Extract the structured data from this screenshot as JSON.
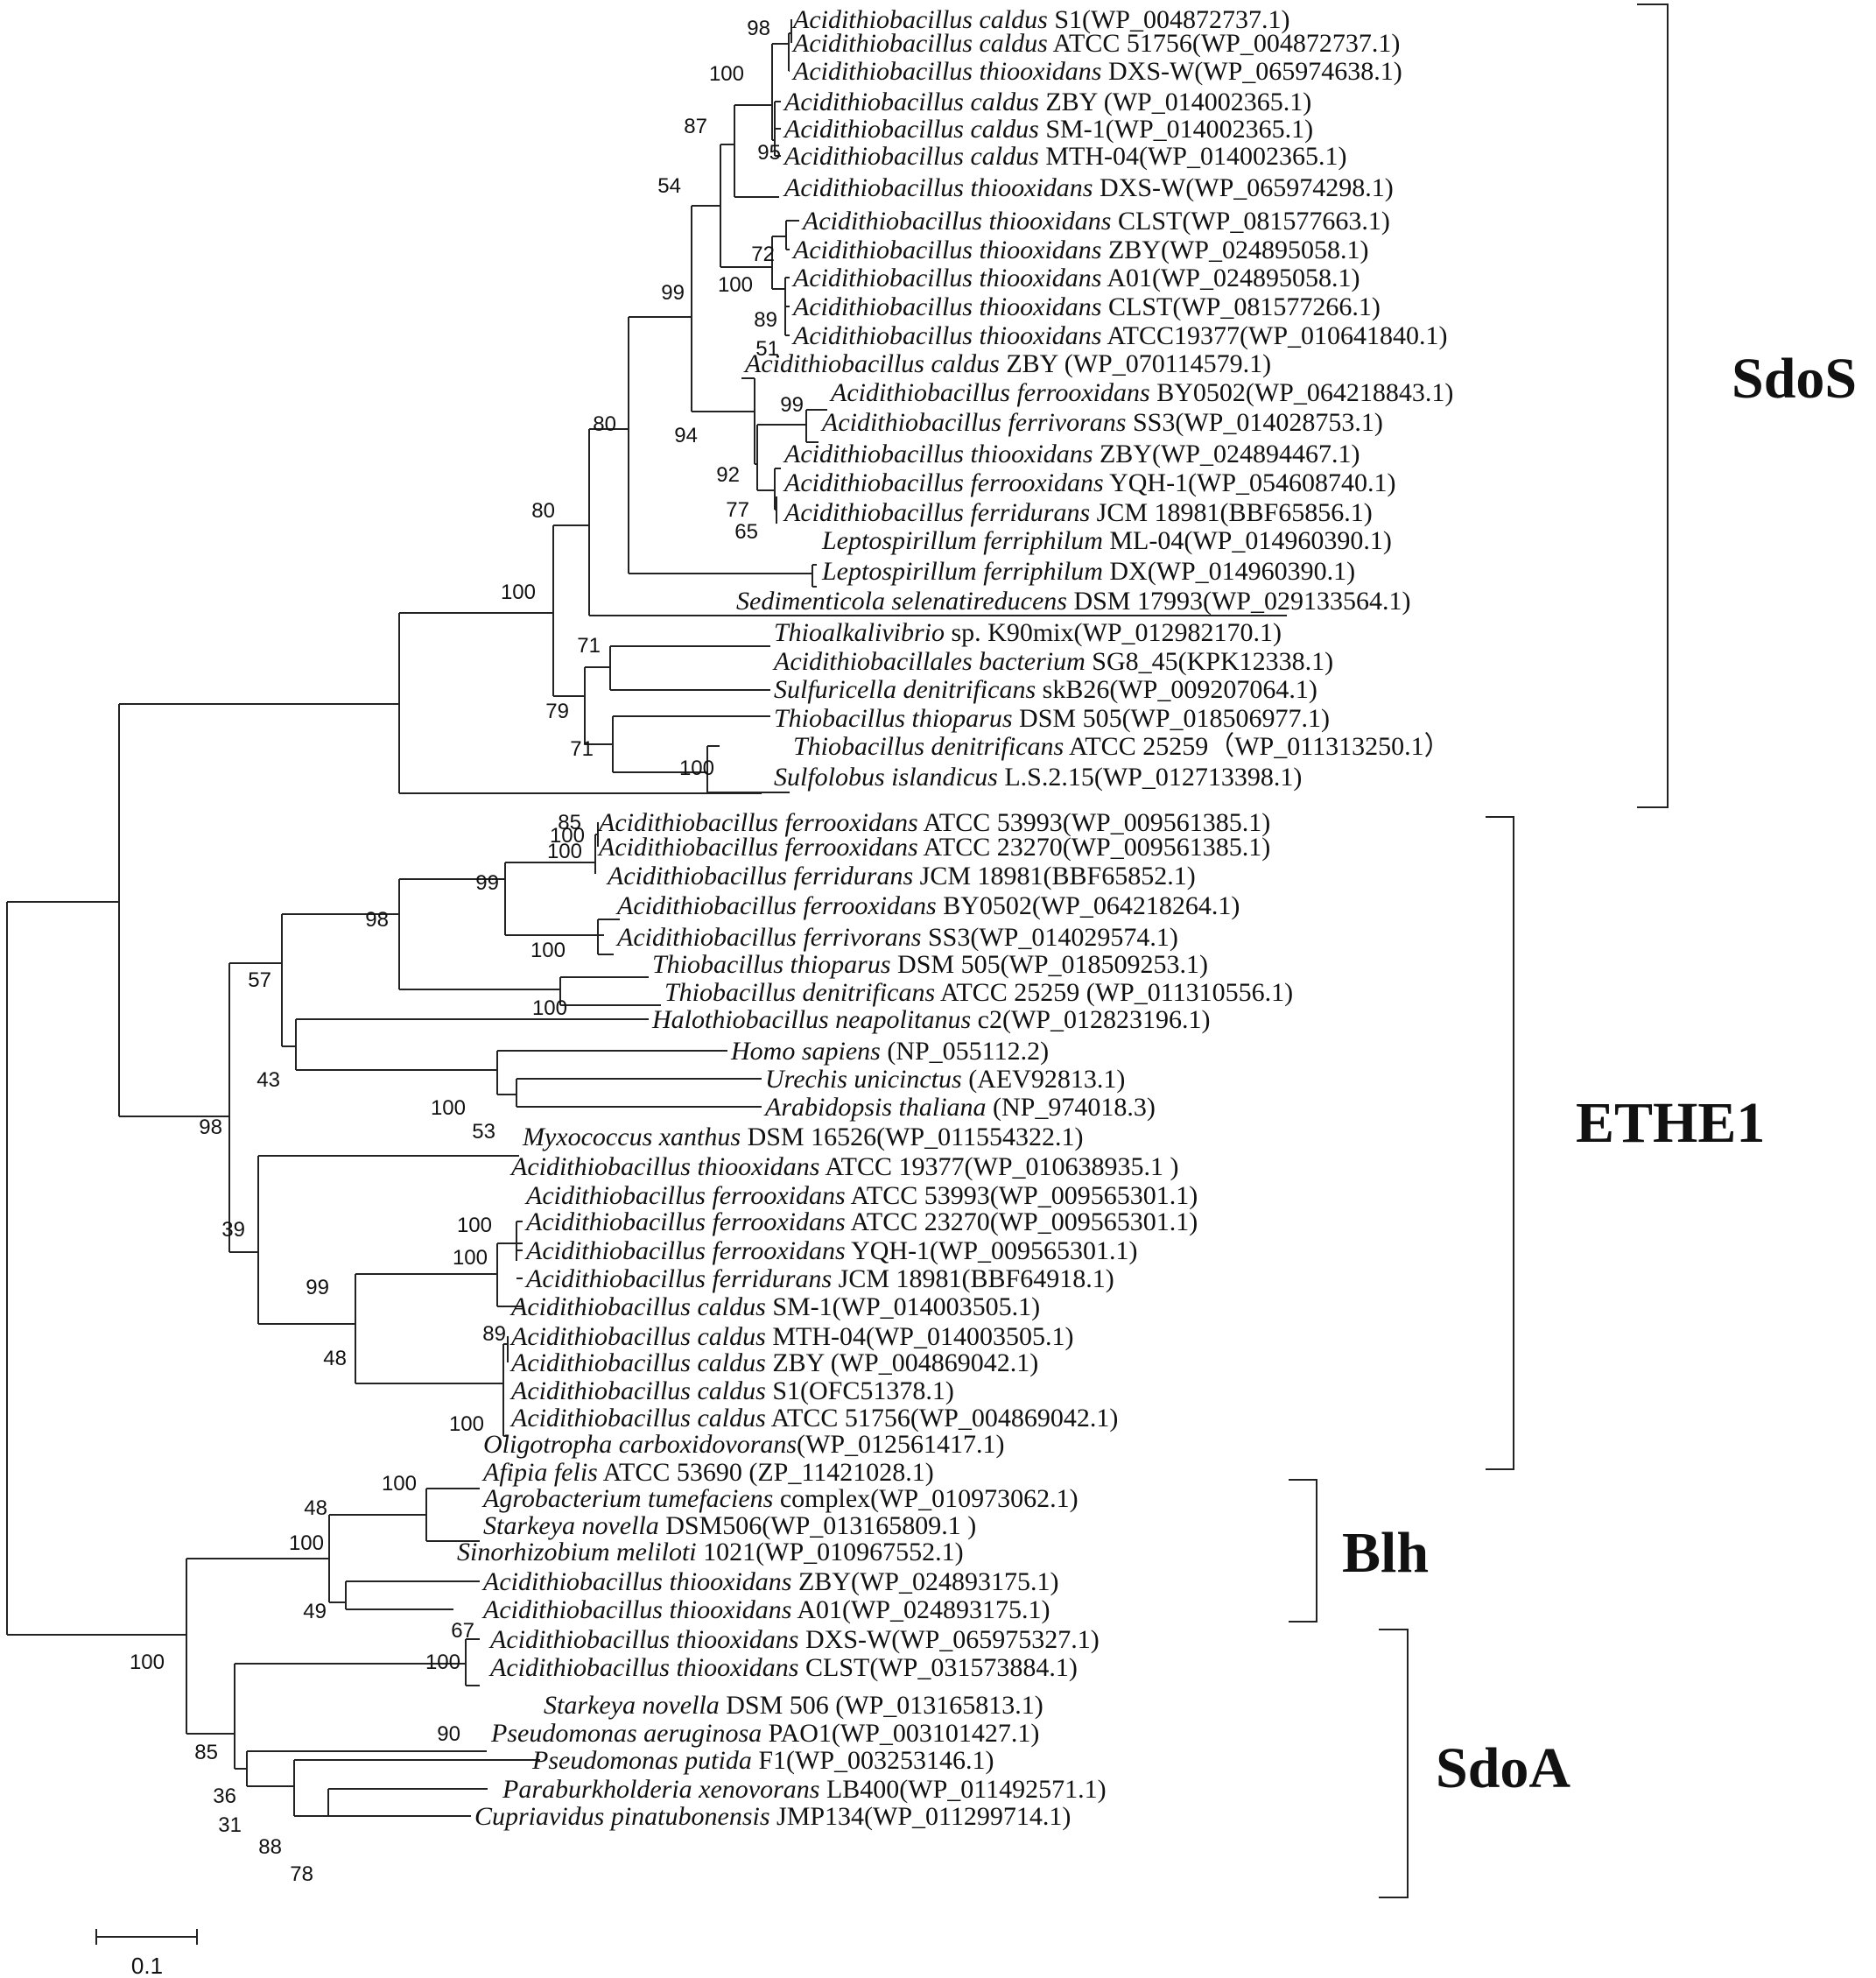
{
  "leaves": [
    {
      "it": "Acidithiobacillus  caldus",
      "rest": " S1(WP_004872737.1)"
    },
    {
      "it": "Acidithiobacillus  caldus",
      "rest": " ATCC 51756(WP_004872737.1)"
    },
    {
      "it": "Acidithiobacillus  thiooxidans",
      "rest": " DXS-W(WP_065974638.1)"
    },
    {
      "it": "Acidithiobacillus  caldus",
      "rest": " ZBY (WP_014002365.1)"
    },
    {
      "it": "Acidithiobacillus  caldus",
      "rest": " SM-1(WP_014002365.1)"
    },
    {
      "it": "Acidithiobacillus  caldus",
      "rest": " MTH-04(WP_014002365.1)"
    },
    {
      "it": "Acidithiobacillus  thiooxidans",
      "rest": " DXS-W(WP_065974298.1)"
    },
    {
      "it": "Acidithiobacillus  thiooxidans",
      "rest": " CLST(WP_081577663.1)"
    },
    {
      "it": "Acidithiobacillus  thiooxidans",
      "rest": "  ZBY(WP_024895058.1)"
    },
    {
      "it": "Acidithiobacillus  thiooxidans",
      "rest": "  A01(WP_024895058.1)"
    },
    {
      "it": "Acidithiobacillus  thiooxidans",
      "rest": " CLST(WP_081577266.1)"
    },
    {
      "it": "Acidithiobacillus  thiooxidans",
      "rest": " ATCC19377(WP_010641840.1)"
    },
    {
      "it": "Acidithiobacillus  caldus",
      "rest": " ZBY (WP_070114579.1)"
    },
    {
      "it": "Acidithiobacillus  ferrooxidans",
      "rest": " BY0502(WP_064218843.1)"
    },
    {
      "it": "Acidithiobacillus  ferrivorans",
      "rest": " SS3(WP_014028753.1)"
    },
    {
      "it": "Acidithiobacillus  thiooxidans",
      "rest": "  ZBY(WP_024894467.1)"
    },
    {
      "it": "Acidithiobacillus  ferrooxidans",
      "rest": " YQH-1(WP_054608740.1)"
    },
    {
      "it": "Acidithiobacillus  ferridurans",
      "rest": " JCM 18981(BBF65856.1)"
    },
    {
      "it": "Leptospirillum  ferriphilum",
      "rest": " ML-04(WP_014960390.1)"
    },
    {
      "it": "Leptospirillum  ferriphilum",
      "rest": " DX(WP_014960390.1)"
    },
    {
      "it": "Sedimenticola  selenatireducens",
      "rest": "  DSM 17993(WP_029133564.1)"
    },
    {
      "it": "Thioalkalivibrio",
      "rest": " sp. K90mix(WP_012982170.1)"
    },
    {
      "it": "Acidithiobacillales  bacterium",
      "rest": " SG8_45(KPK12338.1)"
    },
    {
      "it": "Sulfuricella  denitrificans",
      "rest": "  skB26(WP_009207064.1)"
    },
    {
      "it": "Thiobacillus  thioparus",
      "rest": " DSM 505(WP_018506977.1)"
    },
    {
      "it": "Thiobacillus  denitrificans",
      "rest": "  ATCC 25259（WP_011313250.1）"
    },
    {
      "it": "Sulfolobus  islandicus",
      "rest": " L.S.2.15(WP_012713398.1)"
    },
    {
      "it": "Acidithiobacillus  ferrooxidans",
      "rest": " ATCC 53993(WP_009561385.1)"
    },
    {
      "it": "Acidithiobacillus  ferrooxidans",
      "rest": " ATCC 23270(WP_009561385.1)"
    },
    {
      "it": "Acidithiobacillus  ferridurans",
      "rest": " JCM 18981(BBF65852.1)"
    },
    {
      "it": "Acidithiobacillus  ferrooxidans",
      "rest": " BY0502(WP_064218264.1)"
    },
    {
      "it": "Acidithiobacillus  ferrivorans",
      "rest": " SS3(WP_014029574.1)"
    },
    {
      "it": "Thiobacillus  thioparus",
      "rest": " DSM 505(WP_018509253.1)"
    },
    {
      "it": "Thiobacillus  denitrificans",
      "rest": "  ATCC 25259 (WP_011310556.1)"
    },
    {
      "it": "Halothiobacillus  neapolitanus",
      "rest": "  c2(WP_012823196.1)"
    },
    {
      "it": "Homo sapiens",
      "rest": " (NP_055112.2)"
    },
    {
      "it": "Urechis unicinctus",
      "rest": "  (AEV92813.1)"
    },
    {
      "it": "Arabidopsis thaliana",
      "rest": "  (NP_974018.3)"
    },
    {
      "it": "Myxococcus  xanthus",
      "rest": " DSM 16526(WP_011554322.1)"
    },
    {
      "it": "Acidithiobacillus  thiooxidans",
      "rest": " ATCC 19377(WP_010638935.1 )"
    },
    {
      "it": "Acidithiobacillus  ferrooxidans",
      "rest": " ATCC 53993(WP_009565301.1)"
    },
    {
      "it": "Acidithiobacillus  ferrooxidans",
      "rest": " ATCC 23270(WP_009565301.1)"
    },
    {
      "it": "Acidithiobacillus  ferrooxidans",
      "rest": " YQH-1(WP_009565301.1)"
    },
    {
      "it": "Acidithiobacillus  ferridurans",
      "rest": " JCM 18981(BBF64918.1)"
    },
    {
      "it": "Acidithiobacillus  caldus",
      "rest": " SM-1(WP_014003505.1)"
    },
    {
      "it": "Acidithiobacillus  caldus",
      "rest": " MTH-04(WP_014003505.1)"
    },
    {
      "it": "Acidithiobacillus  caldus",
      "rest": " ZBY (WP_004869042.1)"
    },
    {
      "it": "Acidithiobacillus  caldus",
      "rest": " S1(OFC51378.1)"
    },
    {
      "it": "Acidithiobacillus  caldus",
      "rest": " ATCC 51756(WP_004869042.1)"
    },
    {
      "it": "Oligotropha carboxidovorans",
      "rest": "(WP_012561417.1)"
    },
    {
      "it": "Afipia felis",
      "rest": " ATCC 53690 (ZP_11421028.1)"
    },
    {
      "it": "Agrobacterium tumefaciens",
      "rest": " complex(WP_010973062.1)"
    },
    {
      "it": "Starkeya novella",
      "rest": " DSM506(WP_013165809.1 )"
    },
    {
      "it": "Sinorhizobium meliloti",
      "rest": "  1021(WP_010967552.1)"
    },
    {
      "it": "Acidithiobacillus  thiooxidans",
      "rest": "  ZBY(WP_024893175.1)"
    },
    {
      "it": "Acidithiobacillus  thiooxidans",
      "rest": "  A01(WP_024893175.1)"
    },
    {
      "it": "Acidithiobacillus  thiooxidans",
      "rest": " DXS-W(WP_065975327.1)"
    },
    {
      "it": "Acidithiobacillus  thiooxidans",
      "rest": " CLST(WP_031573884.1)"
    },
    {
      "it": "Starkeya novella",
      "rest": " DSM 506 (WP_013165813.1)"
    },
    {
      "it": "Pseudomonas aeruginosa",
      "rest": " PAO1(WP_003101427.1)"
    },
    {
      "it": "Pseudomonas putida",
      "rest": " F1(WP_003253146.1)"
    },
    {
      "it": "Paraburkholderia xenovorans",
      "rest": " LB400(WP_011492571.1)"
    },
    {
      "it": "Cupriavidus pinatubonensis",
      "rest": " JMP134(WP_011299714.1)"
    }
  ],
  "bootstrap": [
    "98",
    "100",
    "95",
    "87",
    "54",
    "72",
    "100",
    "89",
    "51",
    "99",
    "94",
    "99",
    "92",
    "77",
    "65",
    "80",
    "100",
    "80",
    "71",
    "79",
    "71",
    "100",
    "100",
    "85",
    "100",
    "99",
    "98",
    "100",
    "100",
    "57",
    "43",
    "100",
    "53",
    "98",
    "100",
    "100",
    "99",
    "89",
    "100",
    "48",
    "39",
    "48",
    "100",
    "100",
    "49",
    "67",
    "100",
    "90",
    "85",
    "36",
    "31",
    "88",
    "78",
    "100"
  ],
  "clades": [
    "SdoS",
    "ETHE1",
    "Blh",
    "SdoA"
  ],
  "scale_label": "0.1"
}
